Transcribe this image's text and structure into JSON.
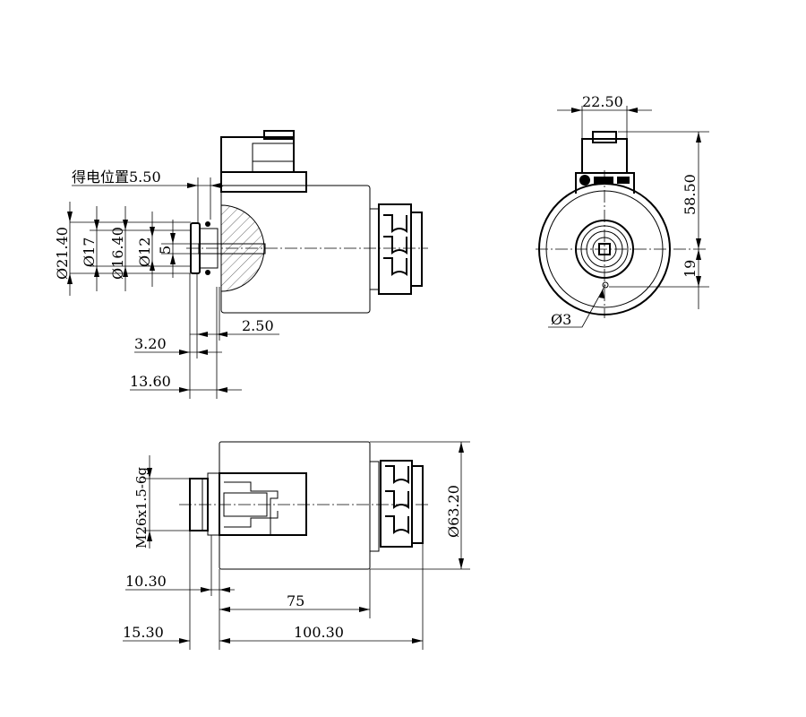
{
  "side_section_view": {
    "energized_position_label": "得电位置5.50",
    "dim_dia_21_40": "Ø21.40",
    "dim_dia_17": "Ø17",
    "dim_dia_16_40": "Ø16.40",
    "dim_dia_12": "Ø12",
    "dim_5": "5",
    "dim_2_50": "2.50",
    "dim_3_20": "3.20",
    "dim_13_60": "13.60"
  },
  "end_view": {
    "dim_22_50": "22.50",
    "dim_58_50": "58.50",
    "dim_19": "19",
    "dim_dia_3": "Ø3"
  },
  "bottom_view": {
    "thread_label": "M26x1.5-6g",
    "dim_dia_63_20": "Ø63.20",
    "dim_10_30": "10.30",
    "dim_75": "75",
    "dim_15_30": "15.30",
    "dim_100_30": "100.30"
  }
}
